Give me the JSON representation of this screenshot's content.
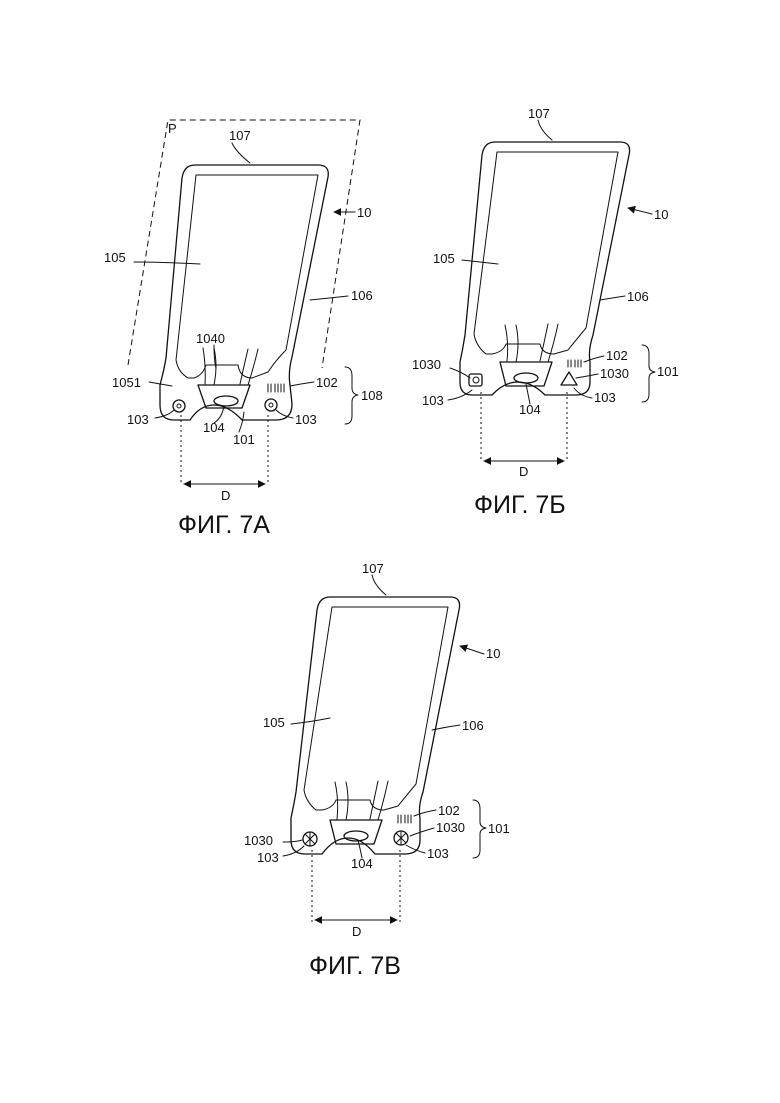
{
  "figures": [
    {
      "caption": "ФИГ. 7А",
      "labels": {
        "p": "P",
        "l107": "107",
        "l10": "10",
        "l105": "105",
        "l106": "106",
        "l1040": "1040",
        "l1051": "1051",
        "l102": "102",
        "l108": "108",
        "l103a": "103",
        "l103b": "103",
        "l104": "104",
        "l101": "101",
        "d": "D"
      }
    },
    {
      "caption": "ФИГ. 7Б",
      "labels": {
        "l107": "107",
        "l10": "10",
        "l105": "105",
        "l106": "106",
        "l102": "102",
        "l1030a": "1030",
        "l1030b": "1030",
        "l101": "101",
        "l103a": "103",
        "l103b": "103",
        "l104": "104",
        "d": "D"
      }
    },
    {
      "caption": "ФИГ. 7В",
      "labels": {
        "l107": "107",
        "l10": "10",
        "l105": "105",
        "l106": "106",
        "l102": "102",
        "l1030a": "1030",
        "l1030b": "1030",
        "l101": "101",
        "l103a": "103",
        "l103b": "103",
        "l104": "104",
        "d": "D"
      }
    }
  ]
}
